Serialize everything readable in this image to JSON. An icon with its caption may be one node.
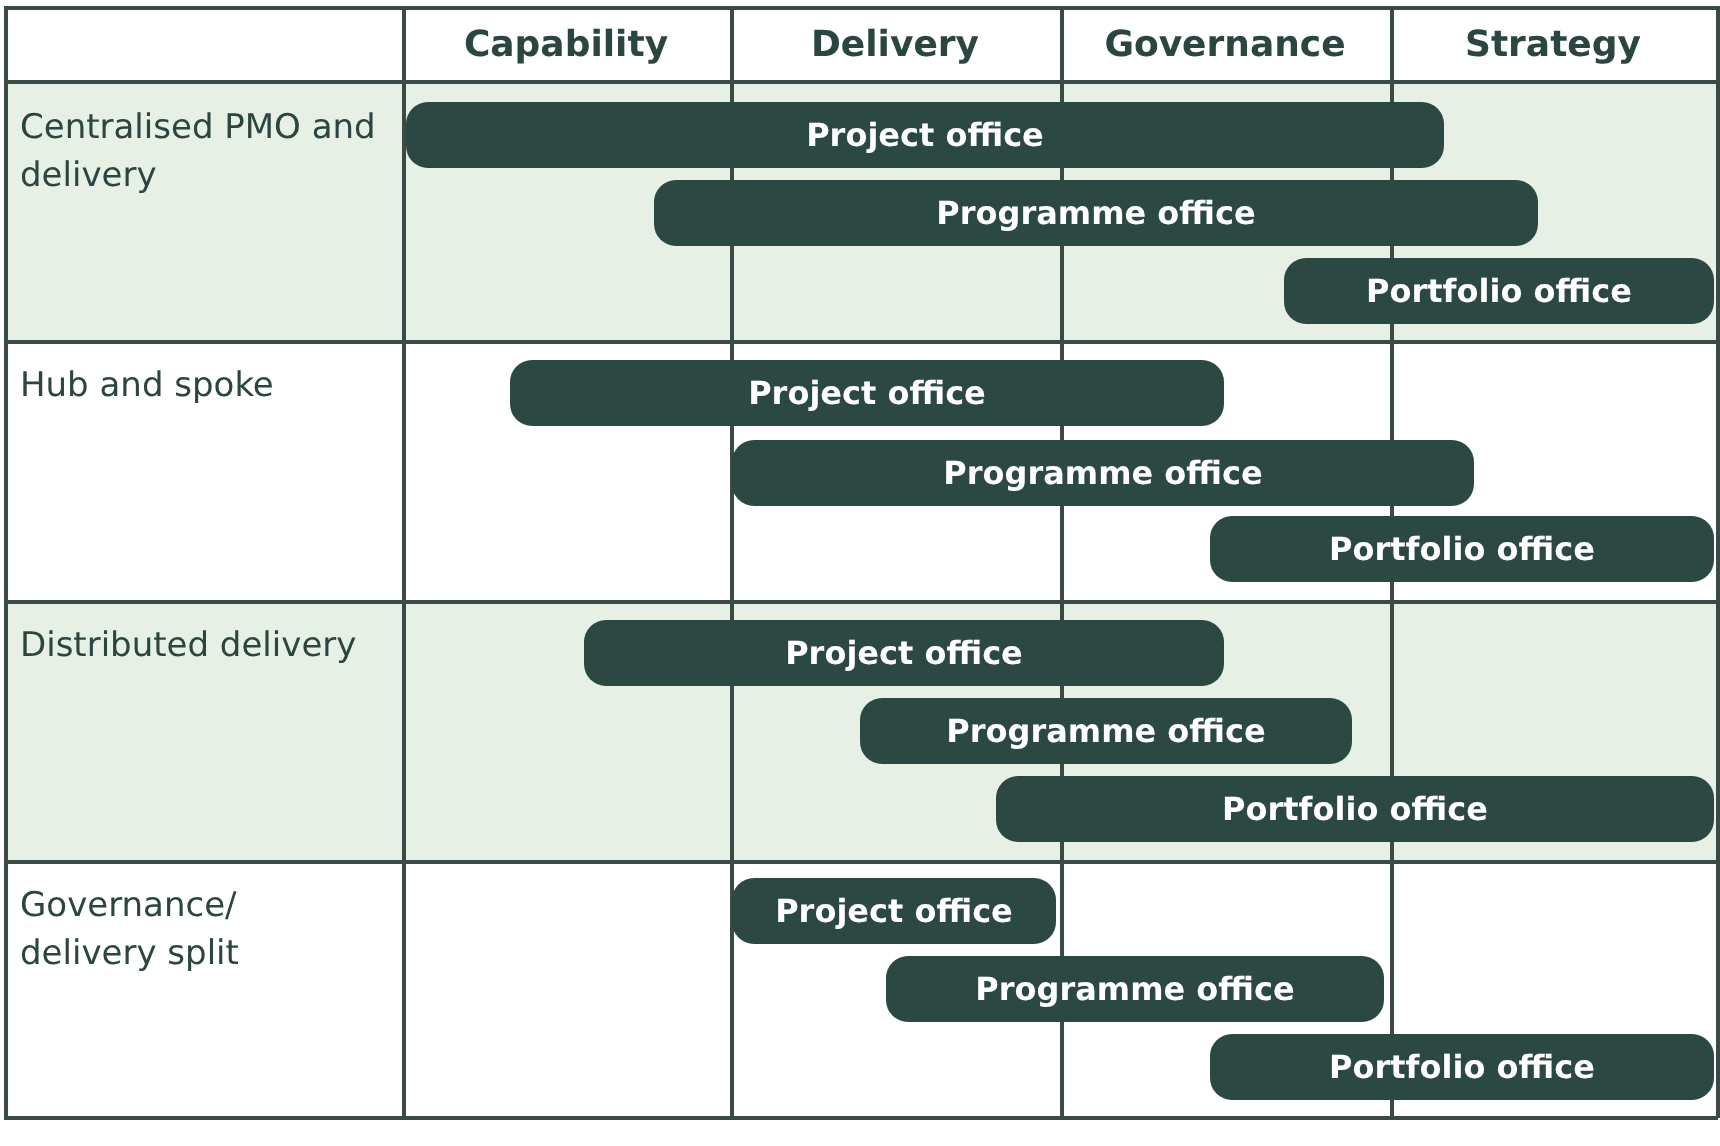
{
  "diagram": {
    "nodes": [
      {
        "text": [
          "Project office"
        ]
      },
      {
        "text": [
          "Programme office"
        ]
      },
      {
        "text": [
          "Portfolio office"
        ]
      },
      {
        "text": [
          "Project office"
        ]
      },
      {
        "text": [
          "Programme office"
        ]
      },
      {
        "text": [
          "Portfolio office"
        ]
      },
      {
        "text": [
          "Project office"
        ]
      },
      {
        "text": [
          "Programme office"
        ]
      },
      {
        "text": [
          "Portfolio office"
        ]
      },
      {
        "text": [
          "Project office"
        ]
      },
      {
        "text": [
          "Programme office"
        ]
      },
      {
        "text": [
          "Portfolio office"
        ]
      }
    ],
    "labels": [
      "Capability",
      "Delivery",
      "Governance",
      "Strategy",
      "Centralised PMO and delivery",
      "Hub and spoke",
      "Distributed delivery",
      "Governance/ delivery split"
    ]
  }
}
